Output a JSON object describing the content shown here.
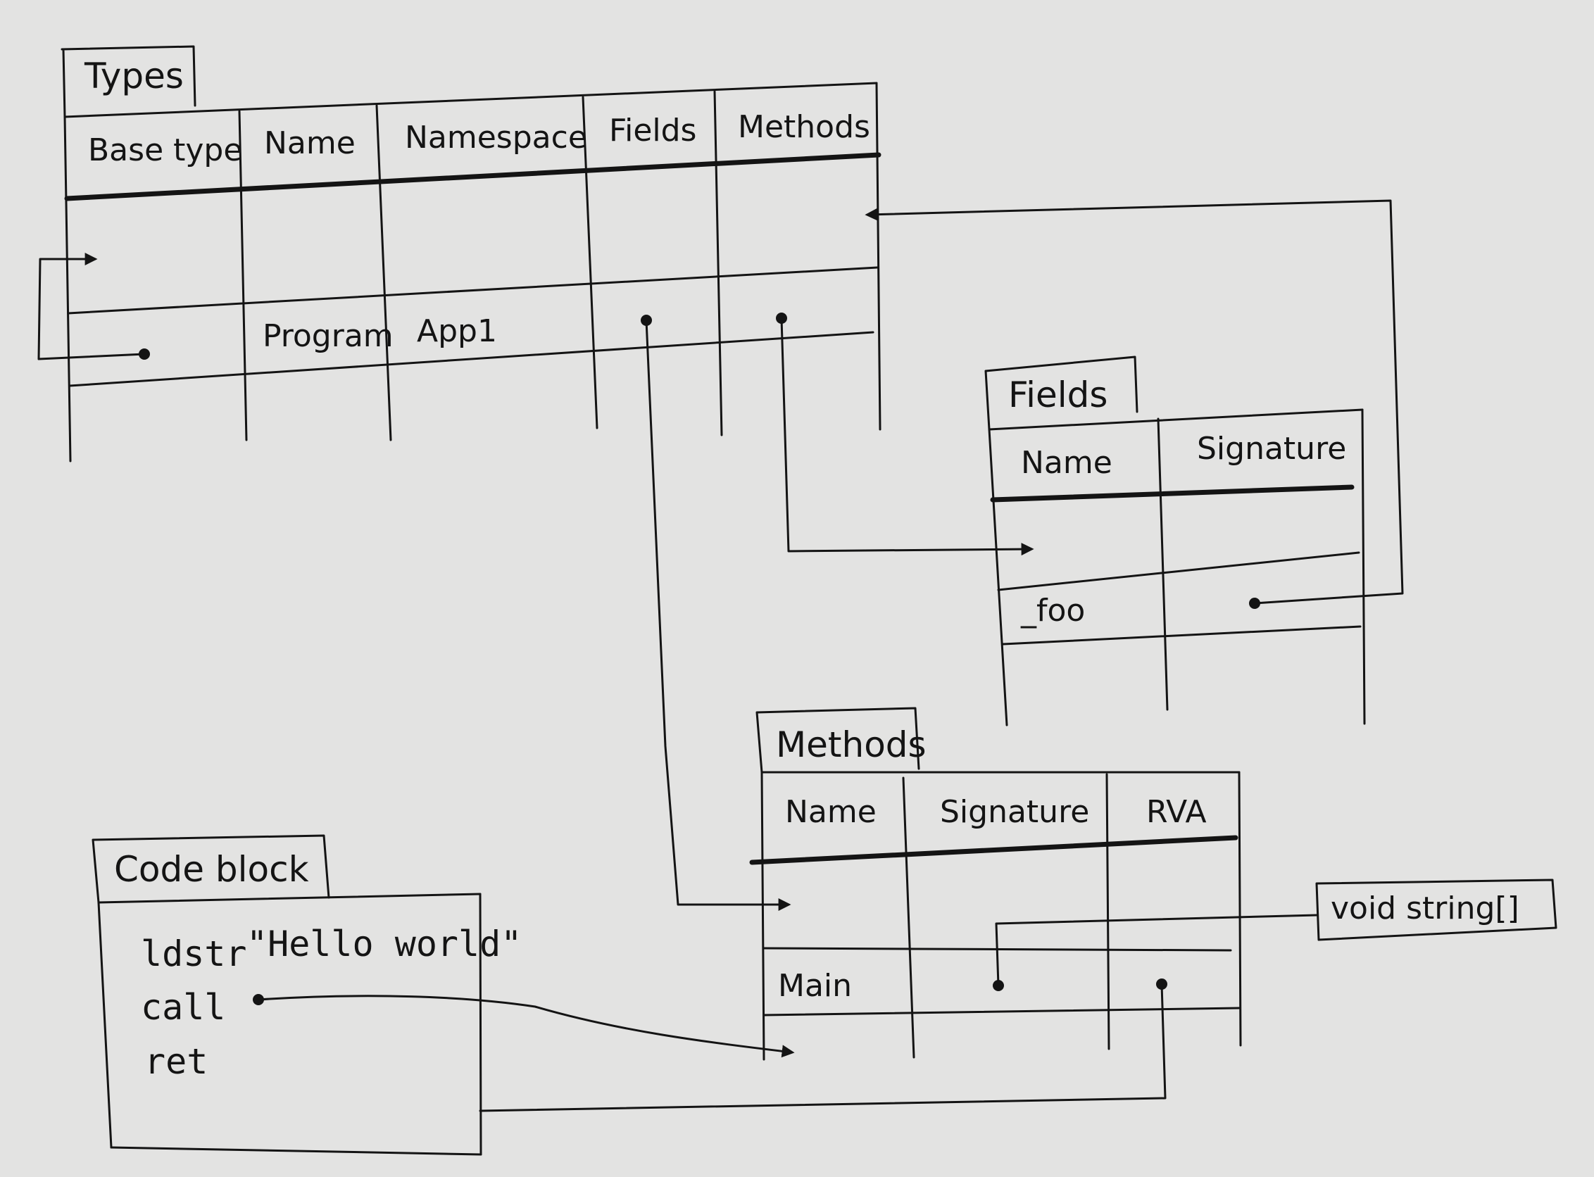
{
  "types_table": {
    "title": "Types",
    "columns": [
      "Base type",
      "Name",
      "Namespace",
      "Fields",
      "Methods"
    ],
    "row": {
      "name": "Program",
      "namespace": "App1"
    }
  },
  "fields_table": {
    "title": "Fields",
    "columns": [
      "Name",
      "Signature"
    ],
    "row": {
      "name": "_foo"
    }
  },
  "methods_table": {
    "title": "Methods",
    "columns": [
      "Name",
      "Signature",
      "RVA"
    ],
    "row": {
      "name": "Main"
    }
  },
  "code_block": {
    "title": "Code block",
    "lines": [
      "ldstr",
      "call",
      "ret"
    ],
    "string_literal": "\"Hello world\""
  },
  "signature_note": {
    "text": "void string[]"
  },
  "colors": {
    "ink": "#141414",
    "paper": "#e3e3e2"
  }
}
